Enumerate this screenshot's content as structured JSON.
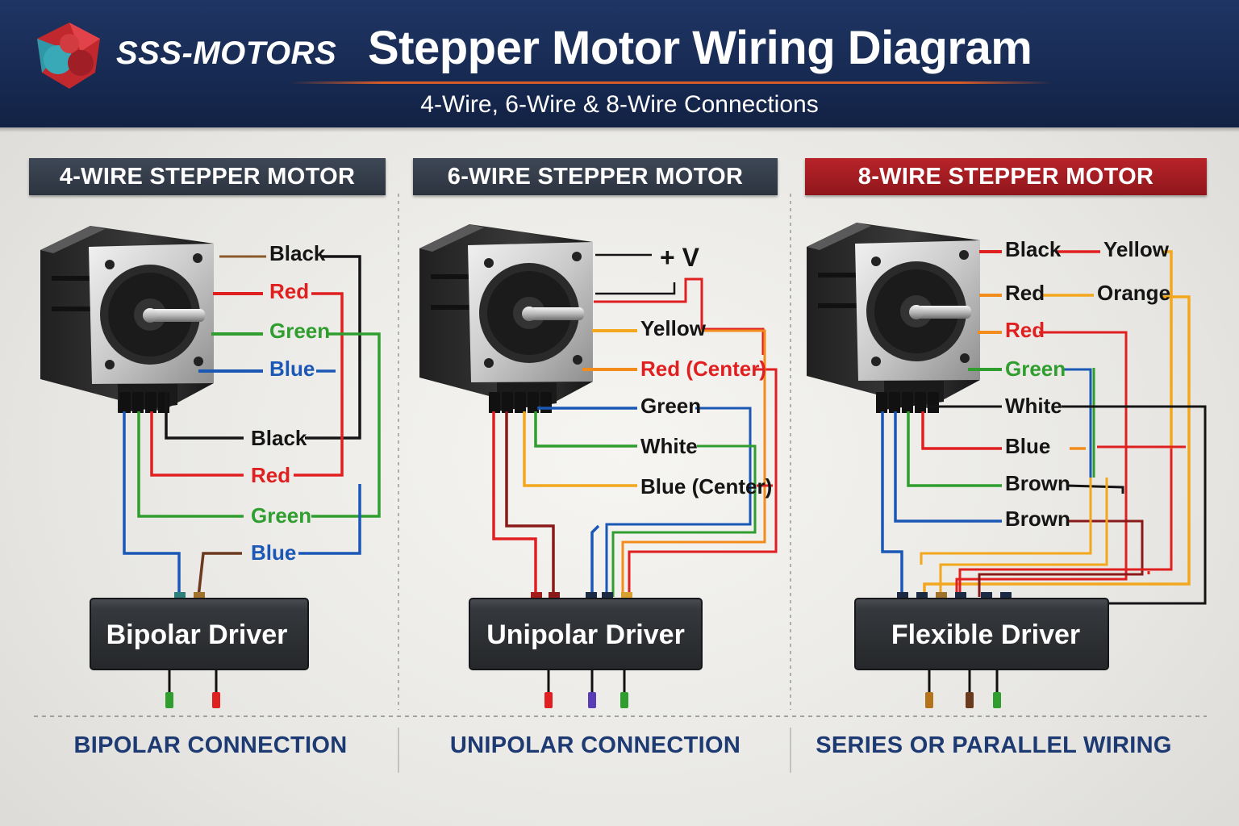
{
  "header": {
    "brand": "SSS-MOTORS",
    "title": "Stepper Motor Wiring Diagram",
    "subtitle": "4-Wire, 6-Wire & 8-Wire Connections"
  },
  "colors": {
    "header_bg": "#1a2e59",
    "accent_line": "#d65a28",
    "banner_dark": "#343c48",
    "banner_red": "#a11d22",
    "footer_text": "#1d3a73",
    "black": "#151515",
    "red": "#e02020",
    "green": "#2f9e2f",
    "blue": "#1b57b5",
    "yellow": "#f2a71c",
    "orange": "#f28c1c",
    "brown": "#6b3a1e"
  },
  "panels": [
    {
      "banner": "4-WIRE STEPPER MOTOR",
      "labels": {
        "black_top": "Black",
        "red_top": "Red",
        "green_top": "Green",
        "blue_top": "Blue",
        "black_bottom": "Black",
        "red_bottom": "Red",
        "green_bottom": "Green",
        "blue_bottom": "Blue"
      },
      "driver": "Bipolar Driver",
      "footer": "BIPOLAR CONNECTION"
    },
    {
      "banner": "6-WIRE STEPPER MOTOR",
      "labels": {
        "plus_v": "+ V",
        "yellow": "Yellow",
        "red_center": "Red (Center)",
        "green": "Green",
        "white": "White",
        "blue_center": "Blue (Center)"
      },
      "driver": "Unipolar Driver",
      "footer": "UNIPOLAR CONNECTION"
    },
    {
      "banner": "8-WIRE STEPPER MOTOR",
      "labels": {
        "black": "Black",
        "yellow": "Yellow",
        "red_1": "Red",
        "orange": "Orange",
        "red_2": "Red",
        "green": "Green",
        "white": "White",
        "blue": "Blue",
        "brown_1": "Brown",
        "brown_2": "Brown"
      },
      "driver": "Flexible Driver",
      "footer": "SERIES OR PARALLEL WIRING"
    }
  ]
}
